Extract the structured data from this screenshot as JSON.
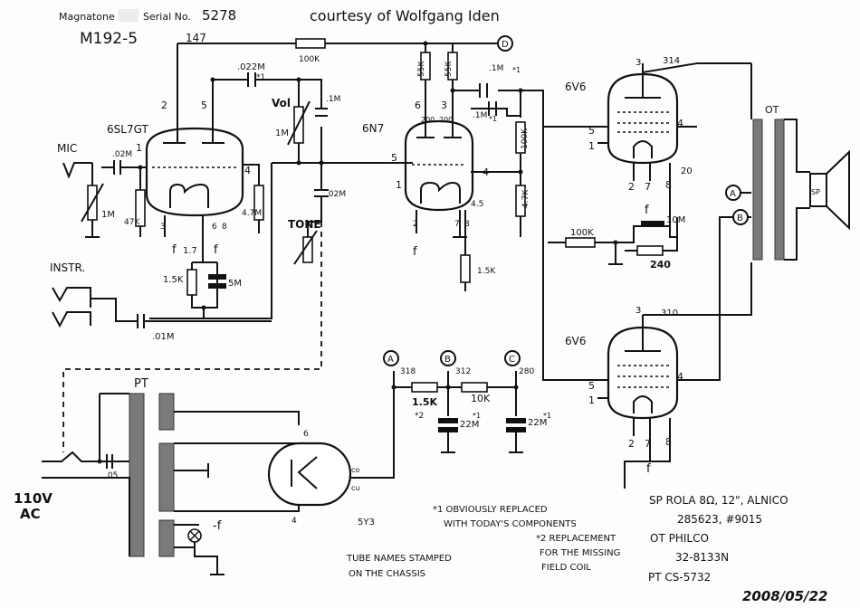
{
  "header": {
    "brand": "Magnatone",
    "serial_label": "Serial No.",
    "serial_number": "5278",
    "model": "M192-5",
    "credit": "courtesy of Wolfgang Iden",
    "date": "2008/05/22"
  },
  "tubes": {
    "preamp": "6SL7GT",
    "driver": "6N7",
    "output_top": "6V6",
    "output_bottom": "6V6",
    "rectifier": "5Y3"
  },
  "inputs": {
    "mic": "MIC",
    "instrument": "INSTR."
  },
  "controls": {
    "volume": "Vol",
    "tone": "TONE"
  },
  "power": {
    "mains": "110V",
    "mains_ac": "AC",
    "transformer": "PT",
    "output_transformer": "OT",
    "speaker": "SP"
  },
  "components": {
    "r_plate_feedback": "100K",
    "c_mic": ".02M",
    "r_mic_pot": "1M",
    "r_grid_mic": "47K",
    "c_coupling_1": ".022M",
    "c_coupling_1_note": "*1",
    "r_vol_pot": "1M",
    "c_vol": ".1M",
    "r_plate_2": "4.7M",
    "r_cathode_1": "1.5K",
    "c_cathode_1": "5M",
    "c_instr": ".01M",
    "c_tone": ".02M",
    "r_plate_6n7_a": "55K",
    "r_plate_6n7_b": "55K",
    "c_coupling_2": ".1M",
    "c_coupling_2_note": "*1",
    "c_coupling_3": ".1M",
    "c_coupling_3_note": "*1",
    "r_grid_6v6": "100K",
    "r_grid_6v6_b": "4.7K",
    "r_cathode_6n7": "1.5K",
    "r_bias": "100K",
    "c_bias": "10M",
    "r_bias_2": "240",
    "r_filter_1": "1.5K",
    "r_filter_1_note": "*2",
    "r_filter_2": "10K",
    "c_filter_1": "22M",
    "c_filter_1_note": "*1",
    "c_filter_2": "22M",
    "c_filter_2_note": "*1",
    "c_mains": ".05"
  },
  "voltages": {
    "v_147": "147",
    "v_314": "314",
    "v_310": "310",
    "v_318": "318",
    "v_312": "312",
    "v_280": "280",
    "v_200a": "200",
    "v_200b": "200",
    "v_20": "20",
    "v_1_7": "1.7",
    "v_4_5": "4.5"
  },
  "nodes": {
    "a": "A",
    "b": "B",
    "c": "C",
    "d": "D"
  },
  "pins": {
    "p2": "2",
    "p5": "5",
    "p1": "1",
    "p4": "4",
    "p3": "3",
    "p8": "8",
    "p6": "6",
    "p3b": "3",
    "p6b": "6",
    "p5b": "5",
    "p4b": "4",
    "p1b": "1",
    "p2b": "2",
    "p7b": "7",
    "p8b": "8",
    "p3c": "3",
    "p5c": "5",
    "p1c": "1",
    "p4c": "4",
    "p2c": "2",
    "p7c": "7",
    "p8c": "8",
    "p3d": "3",
    "p5d": "5",
    "p1d": "1",
    "p4d": "4",
    "p2d": "2",
    "p7d": "7",
    "p8d": "8",
    "p6r": "6",
    "p4r": "4",
    "co": "co",
    "cu": "cu",
    "f1": "f",
    "f2": "f",
    "f3": "f",
    "f4": "f",
    "f5": "-f"
  },
  "notes": {
    "note1_a": "*1 OBVIOUSLY REPLACED",
    "note1_b": "WITH TODAY'S COMPONENTS",
    "note2_a": "*2 REPLACEMENT",
    "note2_b": "FOR THE MISSING",
    "note2_c": "FIELD COIL",
    "tube_names_a": "TUBE NAMES STAMPED",
    "tube_names_b": "ON THE CHASSIS",
    "sp_spec_a": "SP ROLA 8Ω, 12\", ALNICO",
    "sp_spec_b": "285623, #9015",
    "ot_spec_a": "OT PHILCO",
    "ot_spec_b": "32-8133N",
    "pt_spec": "PT CS-5732"
  }
}
